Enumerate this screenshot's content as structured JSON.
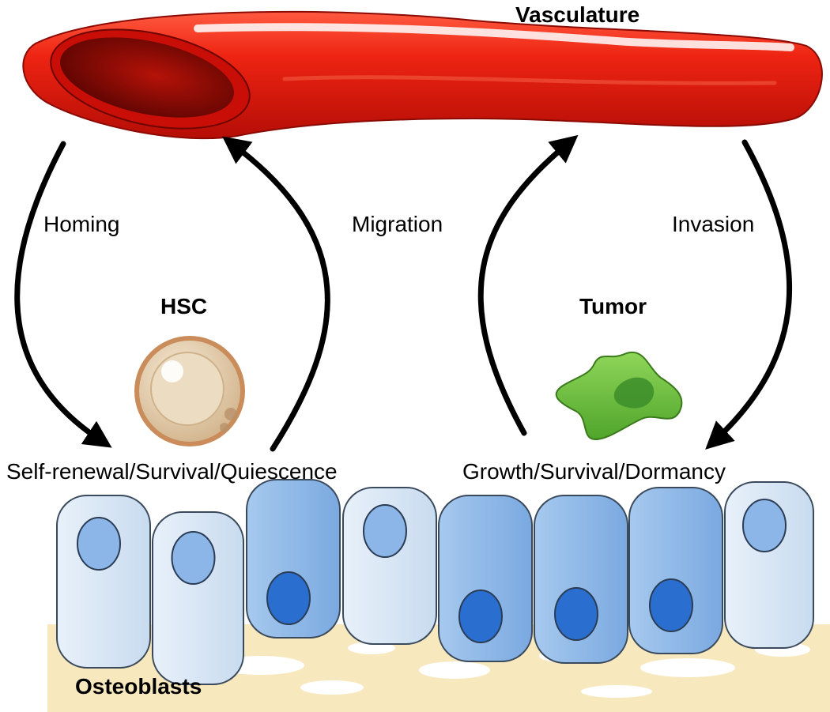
{
  "labels": {
    "vasculature": "Vasculature",
    "homing": "Homing",
    "migration": "Migration",
    "invasion": "Invasion",
    "hsc": "HSC",
    "tumor": "Tumor",
    "hsc_functions": "Self-renewal/Survival/Quiescence",
    "tumor_functions": "Growth/Survival/Dormancy",
    "osteoblasts": "Osteoblasts"
  },
  "colors": {
    "vessel": "#e01a10",
    "vessel_lumen": "#7a0804",
    "hsc_cell": "#e6d2b3",
    "tumor_cell": "#6cc23a",
    "osteoblast_light": "#d4e4f4",
    "osteoblast_dark": "#8fb8e8",
    "nucleus_light": "#8db6e8",
    "nucleus_dark": "#2a6fd0",
    "bone_matrix": "#f7e6b8",
    "arrow": "#000000"
  },
  "cells": {
    "osteoblast_shades": [
      "light",
      "light",
      "dark",
      "light",
      "dark",
      "dark",
      "dark",
      "light"
    ]
  }
}
